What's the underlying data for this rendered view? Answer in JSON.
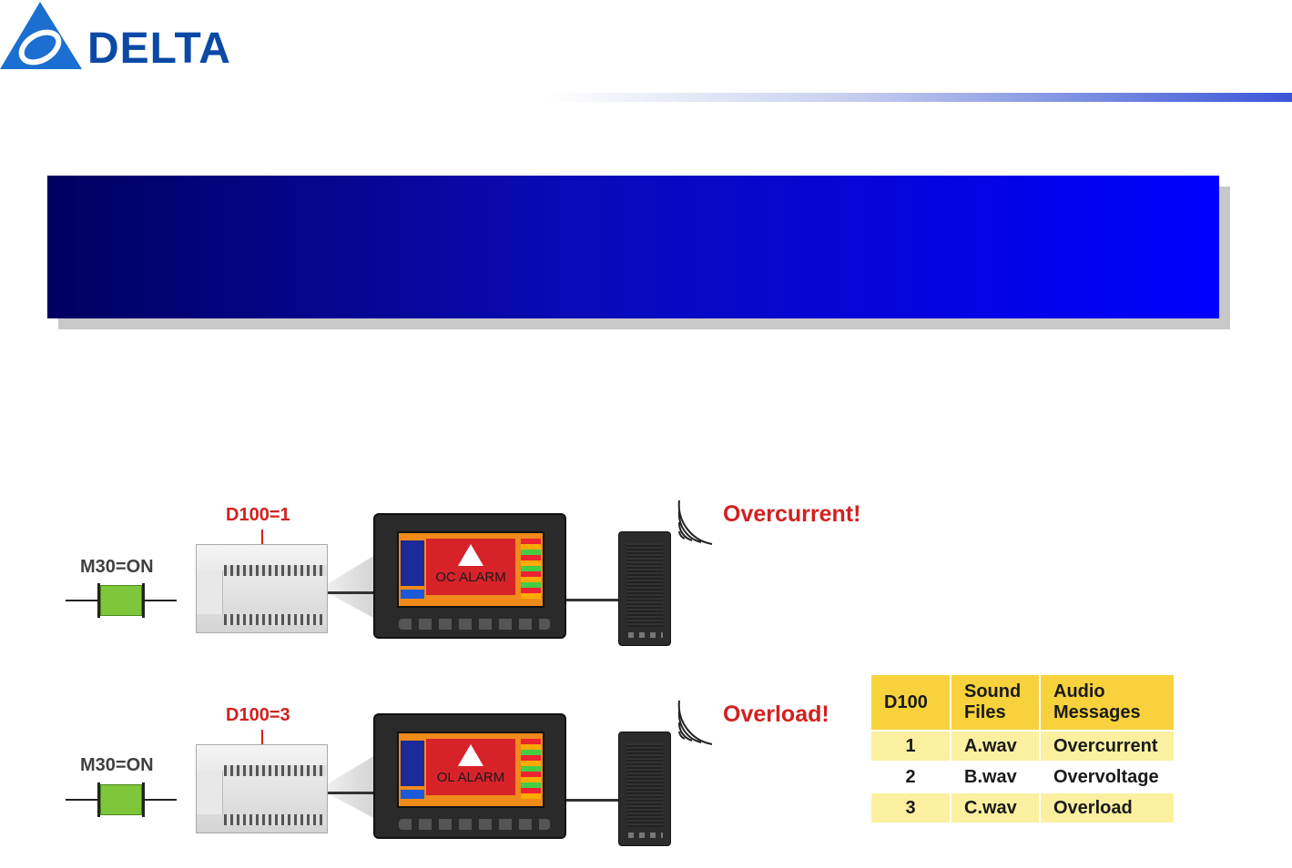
{
  "brand": {
    "name": "DELTA",
    "logo_icon": "delta-triangle-logo",
    "color": "#0a4aa6"
  },
  "title_banner": {
    "text": ""
  },
  "examples": [
    {
      "trigger": "M30=ON",
      "register": "D100=1",
      "hmi_alarm": "OC ALARM",
      "audio_message": "Overcurrent!"
    },
    {
      "trigger": "M30=ON",
      "register": "D100=3",
      "hmi_alarm": "OL ALARM",
      "audio_message": "Overload!"
    }
  ],
  "sound_table": {
    "headers": [
      "D100",
      "Sound Files",
      "Audio Messages"
    ],
    "rows": [
      [
        "1",
        "A.wav",
        "Overcurrent"
      ],
      [
        "2",
        "B.wav",
        "Overvoltage"
      ],
      [
        "3",
        "C.wav",
        "Overload"
      ]
    ]
  },
  "colors": {
    "alert_red": "#d32020",
    "table_header": "#f7d23c",
    "table_stripe": "#fbf0a0",
    "banner_blue": "#0000ff"
  }
}
